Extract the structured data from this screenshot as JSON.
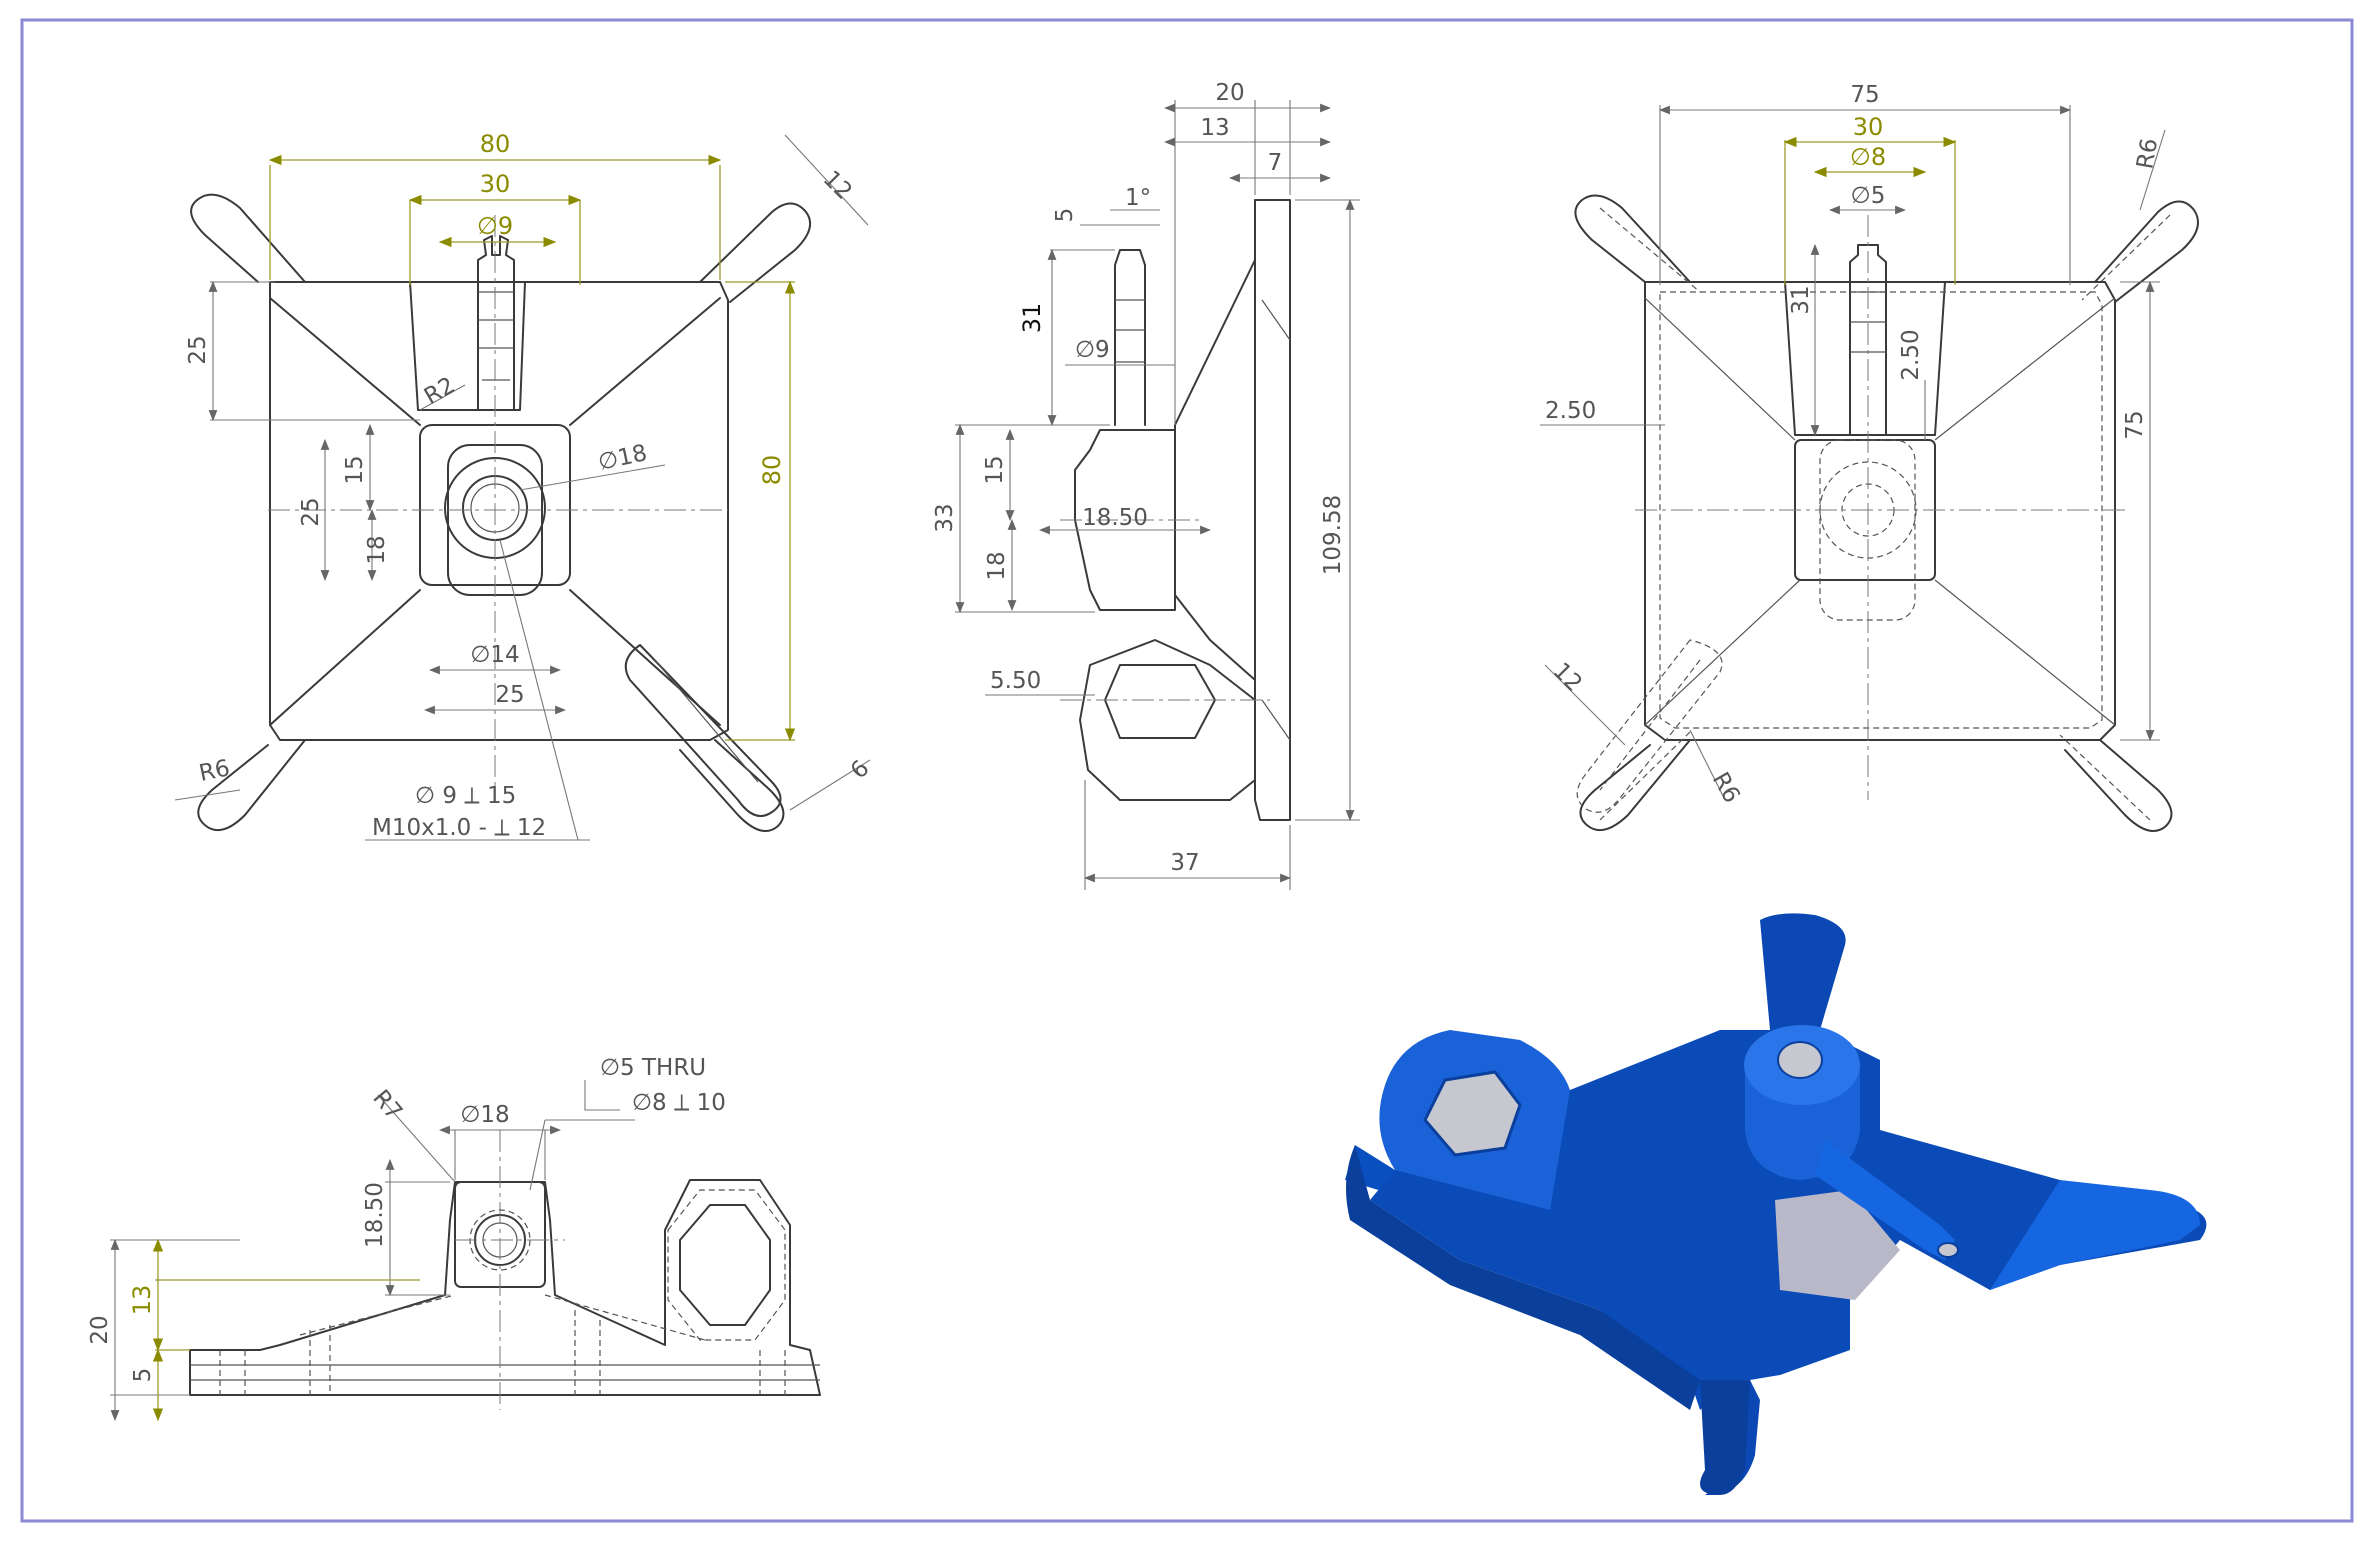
{
  "sheet": {
    "border_color": "#8a8ad6",
    "accent_dim_color": "#8b8b00",
    "model_color": "#0a52c8"
  },
  "front_view": {
    "d80_top": "80",
    "d30_top": "30",
    "dia9_top": "∅9",
    "d12": "12",
    "d25_left": "25",
    "r2": "R2",
    "d15": "15",
    "d25_mid": "25",
    "dia18": "∅18",
    "d18": "18",
    "d80_right": "80",
    "dia14": "∅14",
    "d25_bottom": "25",
    "r6": "R6",
    "d6": "6",
    "hole_callout": "∅ 9 ⟂ 15",
    "thread_callout": "M10x1.0 - ⟂ 12"
  },
  "side_view": {
    "d20": "20",
    "d13": "13",
    "d7": "7",
    "d5": "5",
    "ang1": "1°",
    "d31": "31",
    "dia9": "∅9",
    "d15": "15",
    "d33": "33",
    "d1850": "18.50",
    "d18": "18",
    "d10958": "109.58",
    "d550": "5.50",
    "d37": "37"
  },
  "rear_view": {
    "d75_top": "75",
    "d30": "30",
    "dia8": "∅8",
    "dia5": "∅5",
    "r6_top": "R6",
    "d31": "31",
    "d250_right": "2.50",
    "d250_left": "2.50",
    "d75_right": "75",
    "d12": "12",
    "r6_bottom": "R6"
  },
  "bottom_view": {
    "thru": "∅5 THRU",
    "cbore": "∅8 ⟂ 10",
    "r7": "R7",
    "dia18": "∅18",
    "d1850": "18.50",
    "d20": "20",
    "d13": "13",
    "d5": "5"
  }
}
